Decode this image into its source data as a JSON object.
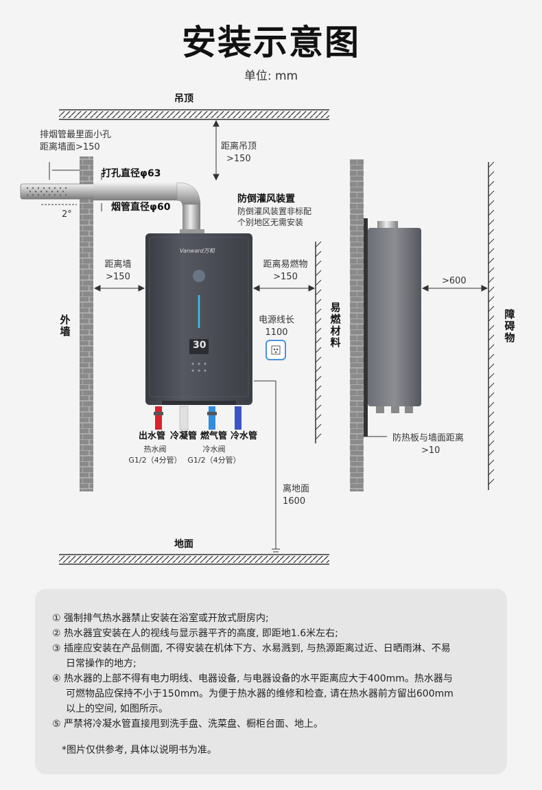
{
  "title": "安装示意图",
  "unit": "单位: mm",
  "labels": {
    "ceiling": "吊顶",
    "floor": "地面",
    "outer_wall": "外墙",
    "flammable": "易燃材料",
    "obstacle": "障碍物",
    "flue_hole_line1": "排烟管最里面小孔",
    "flue_hole_line2": "距离墙面>150",
    "ceiling_dist_line1": "距离吊顶",
    "ceiling_dist_line2": ">150",
    "hole_diameter": "打孔直径φ63",
    "pipe_diameter": "烟管直径φ60",
    "angle": "2°",
    "anti_backflow_title": "防倒灌风装置",
    "anti_backflow_note1": "防倒灌风装置非标配",
    "anti_backflow_note2": "个别地区无需安装",
    "wall_dist_line1": "距离墙",
    "wall_dist_line2": ">150",
    "flammable_dist_line1": "距离易燃物",
    "flammable_dist_line2": ">150",
    "power_cord_line1": "电源线长",
    "power_cord_line2": "1100",
    "front_dist": ">600",
    "heat_shield_line1": "防热板与墙面距离",
    "heat_shield_line2": ">10",
    "ground_dist_line1": "离地面",
    "ground_dist_line2": "1600",
    "pipe_outlet": "出水管",
    "pipe_condensate": "冷凝管",
    "pipe_gas": "燃气管",
    "pipe_inlet": "冷水管",
    "hot_valve_line1": "热水阀",
    "hot_valve_line2": "G1/2（4分管）",
    "cold_valve_line1": "冷水阀",
    "cold_valve_line2": "G1/2（4分管）",
    "display_temp": "30",
    "brand": "Vanward万和"
  },
  "notes": [
    "① 强制排气热水器禁止安装在浴室或开放式厨房内;",
    "② 热水器宜安装在人的视线与显示器平齐的高度, 即距地1.6米左右;",
    "③ 插座应安装在产品侧面, 不得安装在机体下方、水易溅到, 与热源距离过近、日晒雨淋、不易",
    "日常操作的地方;",
    "④ 热水器的上部不得有电力明线、电器设备, 与电器设备的水平距离应大于400mm。热水器与",
    "可燃物品应保持不小于150mm。为便于热水器的维修和检查, 请在热水器前方留出600mm",
    "以上的空间, 如图所示。",
    "⑤ 严禁将冷凝水管直接甩到洗手盘、洗菜盘、橱柜台面、地上。"
  ],
  "footnote": "*图片仅供参考, 具体以说明书为准。",
  "colors": {
    "heater_body": "#4a4c55",
    "pipe_hot": "#d8232a",
    "pipe_gas": "#2f8ee0",
    "pipe_cold": "#3b55c8",
    "display_glow": "#39c6e8"
  }
}
